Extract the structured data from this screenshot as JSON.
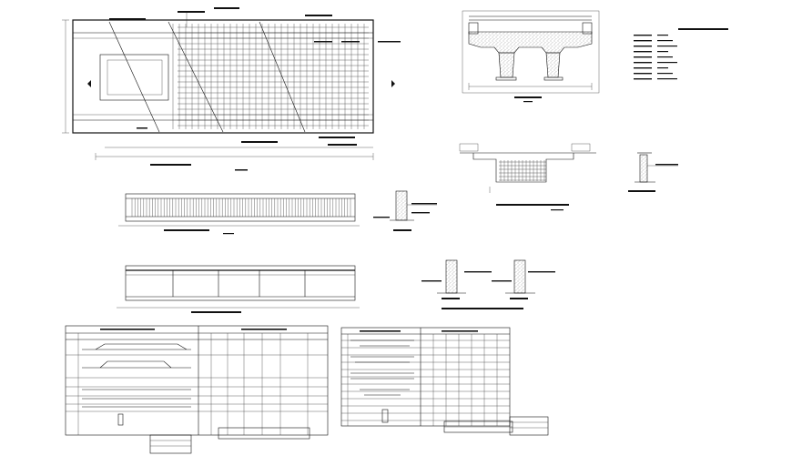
{
  "drawing": {
    "background": "#ffffff",
    "ink": "#111111"
  },
  "views": [
    {
      "name": "plan-reinforcement-view"
    },
    {
      "name": "cross-section-view"
    },
    {
      "name": "legend-notes"
    },
    {
      "name": "longitudinal-section-top"
    },
    {
      "name": "longitudinal-section-bottom"
    },
    {
      "name": "pier-cap-section"
    },
    {
      "name": "support-detail"
    },
    {
      "name": "bar-schedule-table-1"
    },
    {
      "name": "bar-schedule-table-2"
    }
  ]
}
